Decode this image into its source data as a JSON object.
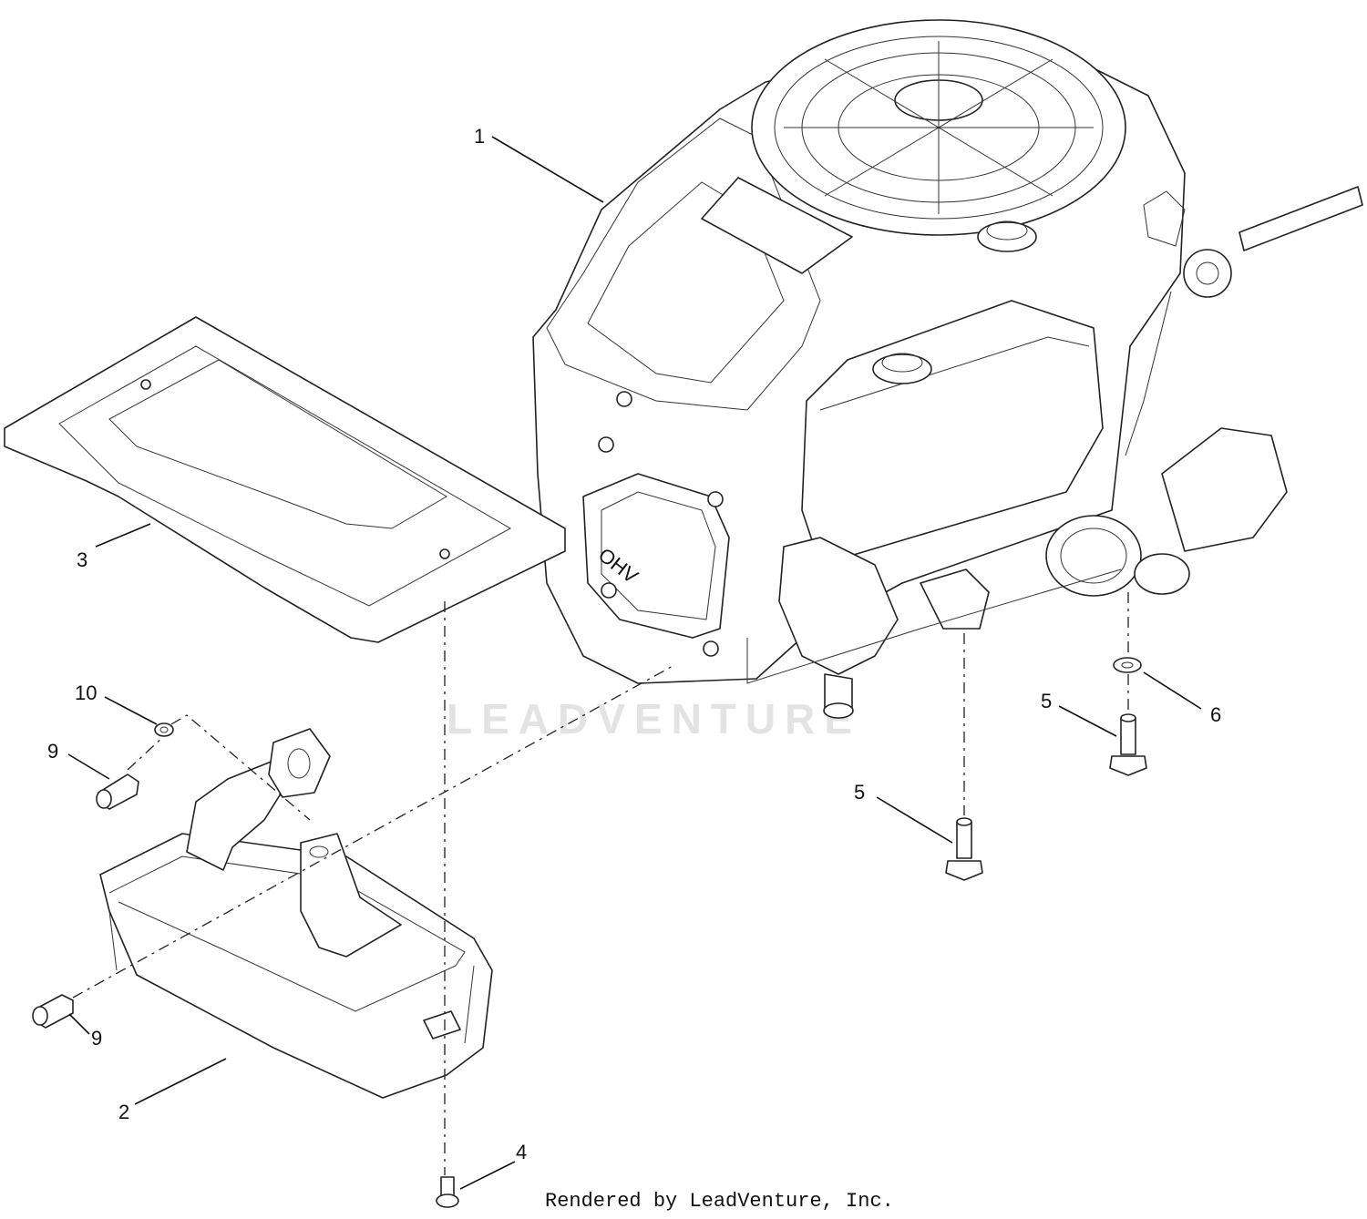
{
  "callouts": [
    {
      "id": "c1",
      "label": "1"
    },
    {
      "id": "c2",
      "label": "2"
    },
    {
      "id": "c3",
      "label": "3"
    },
    {
      "id": "c4",
      "label": "4"
    },
    {
      "id": "c5a",
      "label": "5"
    },
    {
      "id": "c5b",
      "label": "5"
    },
    {
      "id": "c6",
      "label": "6"
    },
    {
      "id": "c9a",
      "label": "9"
    },
    {
      "id": "c9b",
      "label": "9"
    },
    {
      "id": "c10",
      "label": "10"
    }
  ],
  "engine_badge": "OHV",
  "watermark": "LEADVENTURE",
  "credit": "Rendered by LeadVenture, Inc."
}
